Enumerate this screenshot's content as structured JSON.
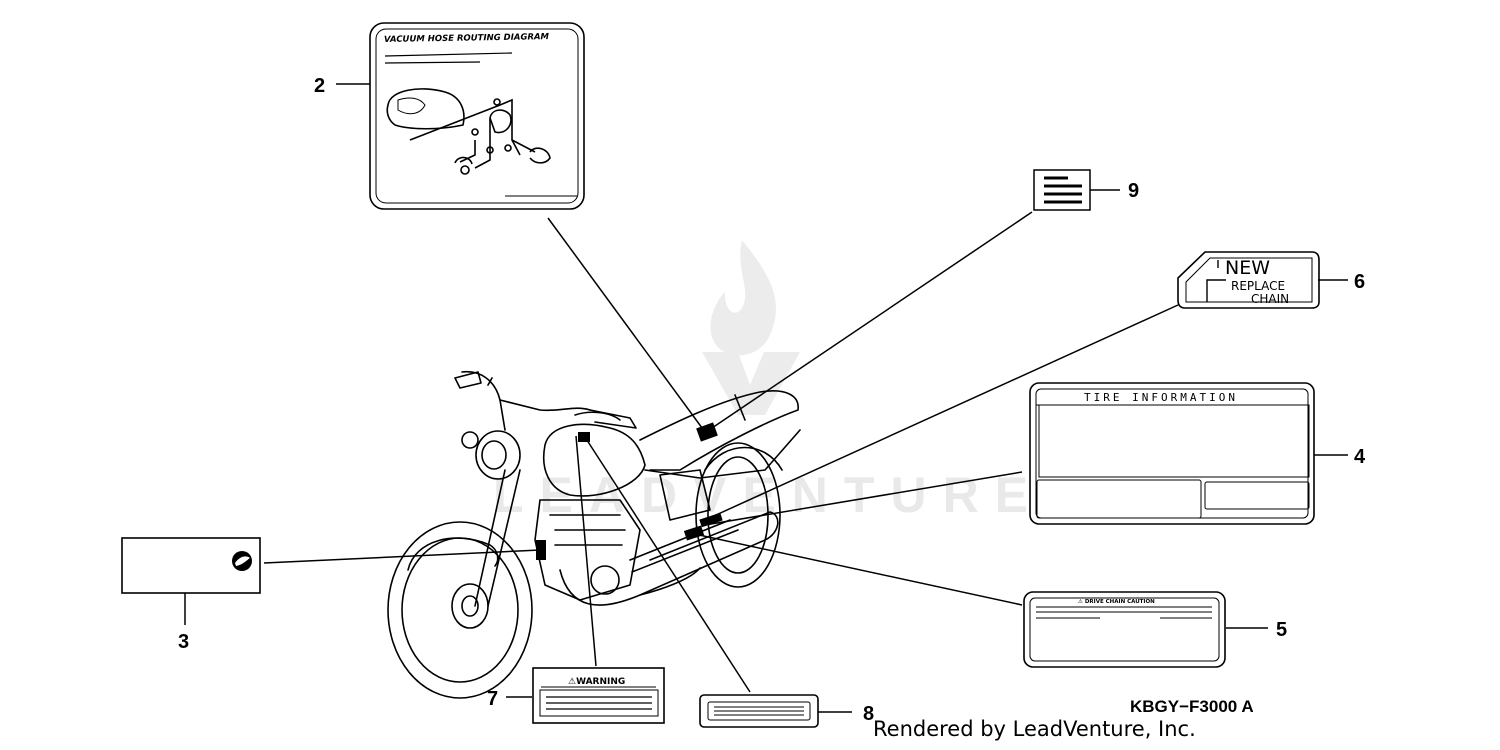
{
  "callouts": {
    "c2": "2",
    "c3": "3",
    "c4": "4",
    "c5": "5",
    "c6": "6",
    "c7": "7",
    "c8": "8",
    "c9": "9"
  },
  "labels": {
    "vacuum_hose_title": "VACUUM HOSE ROUTING DIAGRAM",
    "tire_information": "TIRE INFORMATION",
    "drive_chain_caution": "⚠ DRIVE CHAIN CAUTION",
    "warning": "⚠WARNING",
    "new": "NEW",
    "replace": "REPLACE",
    "chain": "CHAIN"
  },
  "watermark": {
    "text": "LEADVENTURE",
    "color": "#e9e9e9"
  },
  "footer": {
    "diagram_code": "KBGY−F3000 A",
    "credit": "Rendered by LeadVenture, Inc."
  },
  "colors": {
    "line": "#000000",
    "background": "#ffffff"
  }
}
